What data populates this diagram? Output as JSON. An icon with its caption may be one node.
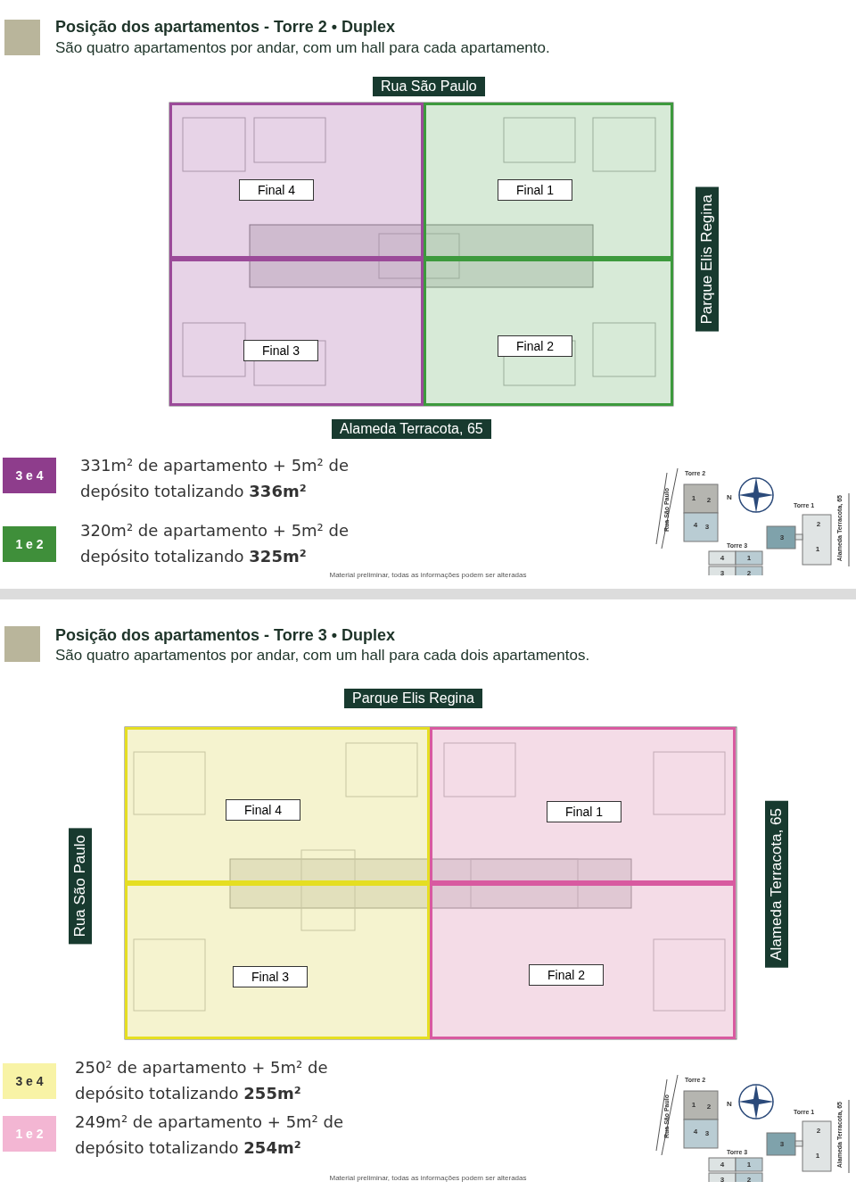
{
  "diagram": {
    "nodes": [
      {
        "text": [
          "Final 4"
        ]
      },
      {
        "text": [
          "Final 1"
        ]
      },
      {
        "text": [
          "Final 3"
        ]
      },
      {
        "text": [
          "Final 2"
        ]
      },
      {
        "text": [
          "Final 4"
        ]
      },
      {
        "text": [
          "Final 1"
        ]
      },
      {
        "text": [
          "Final 3"
        ]
      },
      {
        "text": [
          "Final 2"
        ]
      }
    ],
    "labels": [
      "Posição dos apartamentos - Torre 2 • Duplex",
      "São quatro apartamentos por andar, com um hall para cada apartamento.",
      "Rua São Paulo",
      "Parque Elis Regina",
      "Alameda Terracota, 65",
      "331m² de apartamento + 5m² de depósito totalizando **336m²**",
      "320m² de apartamento + 5m² de depósito totalizando **325m²**",
      "Torre 2",
      "Rua São Paulo",
      "N",
      "1",
      "2",
      "4",
      "3",
      "Torre 1",
      "3",
      "2",
      "1",
      "Alameda Terracota, 65",
      "Torre 3",
      "4",
      "1",
      "3",
      "2",
      "Material preliminar, todas as informações podem ser alteradas",
      "Posição dos apartamentos - Torre 3 • Duplex",
      "São quatro apartamentos por andar, com um hall para cada dois apartamentos.",
      "Parque Elis Regina",
      "Rua São Paulo",
      "Alameda Terracota, 65",
      "250² de apartamento + 5m² de depósito totalizando **255m²**",
      "249m² de apartamento + 5m² de depósito totalizando **254m²**",
      "Torre 2",
      "Rua São Paulo",
      "N",
      "1",
      "2",
      "4",
      "3",
      "Torre 1",
      "3",
      "2",
      "1",
      "Alameda Terracota, 65",
      "Torre 3",
      "4",
      "1",
      "3",
      "2",
      "Material preliminar, todas as informações podem ser alteradas"
    ],
    "legend": [
      {
        "text": "3 e 4",
        "color": "#8e3d8c"
      },
      {
        "text": "1 e 2",
        "color": "#3f8f3a"
      },
      {
        "text": "3 e 4",
        "color": "#f8f3a6"
      },
      {
        "text": "1 e 2",
        "color": "#f3b6d3"
      }
    ]
  }
}
